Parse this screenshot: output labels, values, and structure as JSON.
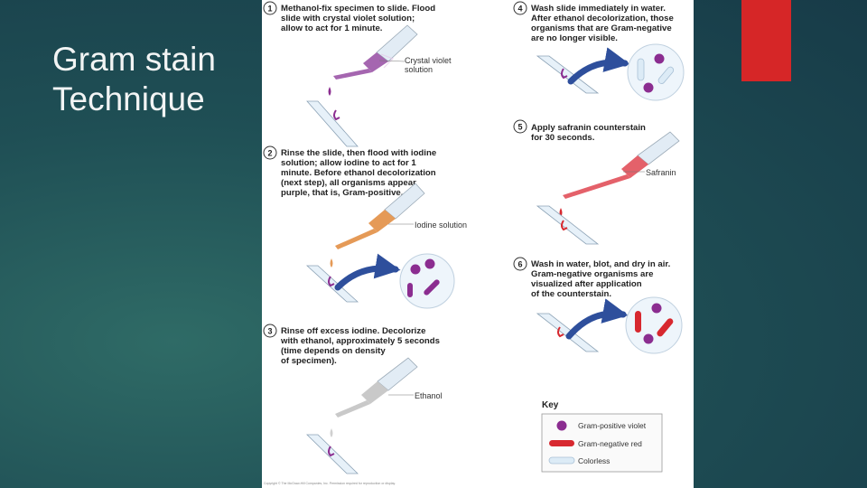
{
  "slide": {
    "title_line1": "Gram stain",
    "title_line2": "Technique"
  },
  "colors": {
    "background": "#1f4f55",
    "accent_red": "#d62627",
    "gram_positive_violet": "#8b2d90",
    "gram_negative_red": "#d7282f",
    "colorless": "#dcebf6",
    "arrow_blue": "#2e4f9c"
  },
  "steps": [
    {
      "number": "1",
      "lines": [
        "Methanol-fix specimen to slide. Flood",
        "slide with crystal violet solution;",
        "allow to act for 1 minute."
      ],
      "reagent_lines": [
        "Crystal violet",
        "solution"
      ]
    },
    {
      "number": "2",
      "lines": [
        "Rinse the slide, then flood with iodine",
        "solution; allow iodine to act  for 1",
        "minute. Before ethanol decolorization",
        "(next step), all organisms appear",
        "purple, that is, Gram-positive."
      ],
      "reagent_lines": [
        "Iodine solution"
      ]
    },
    {
      "number": "3",
      "lines": [
        "Rinse off excess iodine. Decolorize",
        "with ethanol, approximately 5 seconds",
        "(time depends on density",
        "of specimen)."
      ],
      "reagent_lines": [
        "Ethanol"
      ]
    },
    {
      "number": "4",
      "lines": [
        "Wash slide immediately in water.",
        "After ethanol decolorization, those",
        "organisms that are Gram-negative",
        "are no longer visible."
      ],
      "reagent_lines": []
    },
    {
      "number": "5",
      "lines": [
        "Apply safranin counterstain",
        "for 30 seconds."
      ],
      "reagent_lines": [
        "Safranin"
      ]
    },
    {
      "number": "6",
      "lines": [
        "Wash in water, blot, and dry in air.",
        "Gram-negative organisms are",
        "visualized after application",
        "of the counterstain."
      ],
      "reagent_lines": []
    }
  ],
  "key": {
    "title": "Key",
    "items": [
      "Gram-positive violet",
      "Gram-negative red",
      "Colorless"
    ]
  },
  "copyright": "Copyright © The McGraw-Hill Companies, Inc. Permission required for reproduction or display."
}
